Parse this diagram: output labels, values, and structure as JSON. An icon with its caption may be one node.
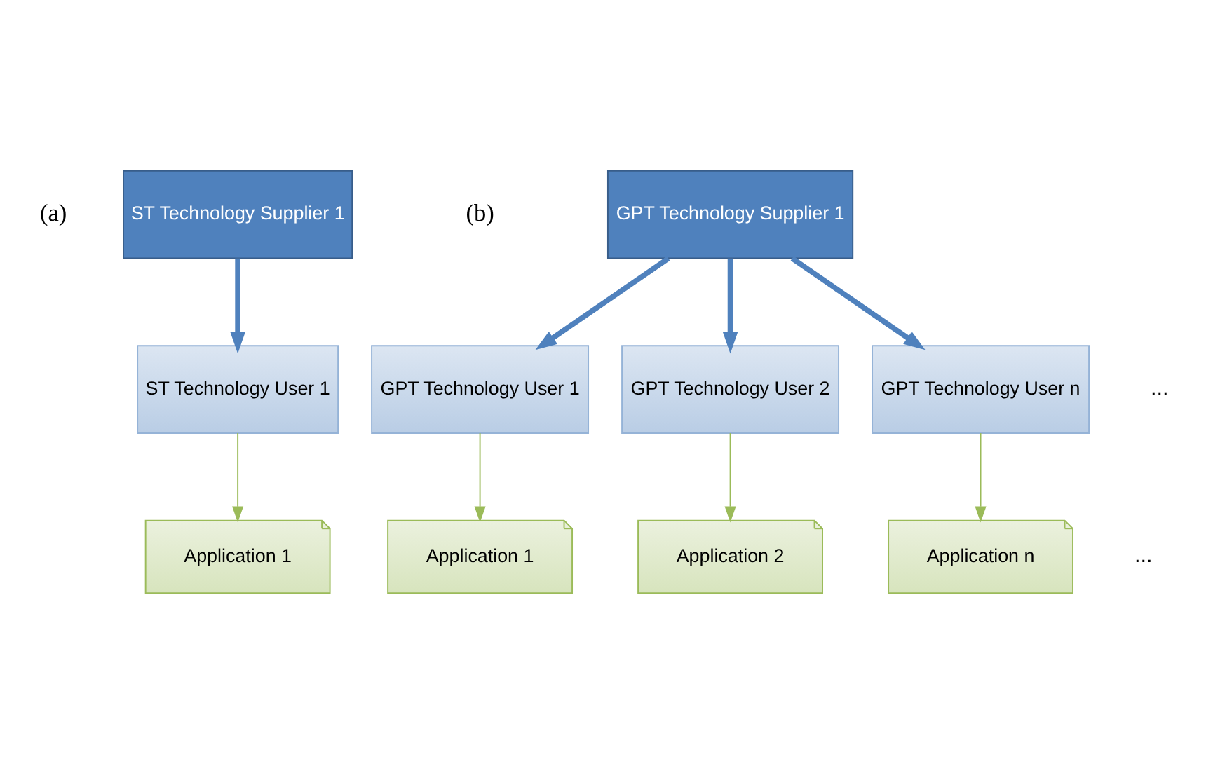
{
  "diagram": {
    "nodes": [
      {
        "text": [
          "ST Technology Supplier 1"
        ]
      },
      {
        "text": [
          "ST Technology User 1"
        ]
      },
      {
        "text": [
          "Application 1"
        ]
      },
      {
        "text": [
          "GPT Technology Supplier 1"
        ]
      },
      {
        "text": [
          "GPT Technology User 1"
        ]
      },
      {
        "text": [
          "GPT Technology User 2"
        ]
      },
      {
        "text": [
          "GPT Technology User n"
        ]
      },
      {
        "text": [
          "Application 1"
        ]
      },
      {
        "text": [
          "Application 2"
        ]
      },
      {
        "text": [
          "Application n"
        ]
      }
    ],
    "edges": [
      {
        "from": 0,
        "to": 1,
        "arrow": "to",
        "style": "thick",
        "color": "#4f81bd"
      },
      {
        "from": 1,
        "to": 2,
        "arrow": "to",
        "color": "#9bbb59"
      },
      {
        "from": 3,
        "to": 4,
        "arrow": "to",
        "style": "thick",
        "color": "#4f81bd"
      },
      {
        "from": 3,
        "to": 5,
        "arrow": "to",
        "style": "thick",
        "color": "#4f81bd"
      },
      {
        "from": 3,
        "to": 6,
        "arrow": "to",
        "style": "thick",
        "color": "#4f81bd"
      },
      {
        "from": 4,
        "to": 7,
        "arrow": "to",
        "color": "#9bbb59"
      },
      {
        "from": 5,
        "to": 8,
        "arrow": "to",
        "color": "#9bbb59"
      },
      {
        "from": 6,
        "to": 9,
        "arrow": "to",
        "color": "#9bbb59"
      }
    ],
    "labels": [
      "(a)",
      "(b)",
      "...",
      "..."
    ]
  }
}
